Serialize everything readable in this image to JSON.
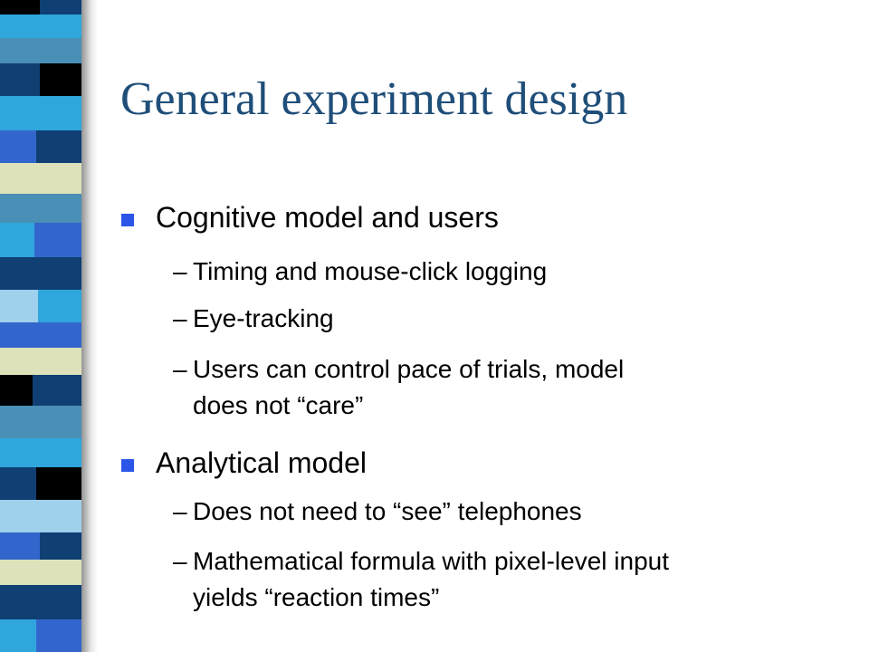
{
  "slide": {
    "title": "General experiment design",
    "bullets": [
      {
        "text": "Cognitive model and users",
        "subitems": [
          {
            "line1": "Timing and mouse-click logging"
          },
          {
            "line1": "Eye-tracking"
          },
          {
            "line1": "Users can control pace of trials, model",
            "line2": "does not “care”"
          }
        ]
      },
      {
        "text": "Analytical model",
        "subitems": [
          {
            "line1": "Does not need to “see” telephones"
          },
          {
            "line1": "Mathematical formula with pixel-level input",
            "line2": "yields “reaction times”"
          }
        ]
      }
    ],
    "dash_glyph": "–",
    "colors": {
      "title": "#1f4e79",
      "bullet_marker": "#2a55e8",
      "stripe": [
        "#2fa6dc",
        "#4a8fb5",
        "#0f3f73",
        "#3366cc",
        "#dde2bb",
        "#000000",
        "#9fd0ec"
      ]
    }
  }
}
